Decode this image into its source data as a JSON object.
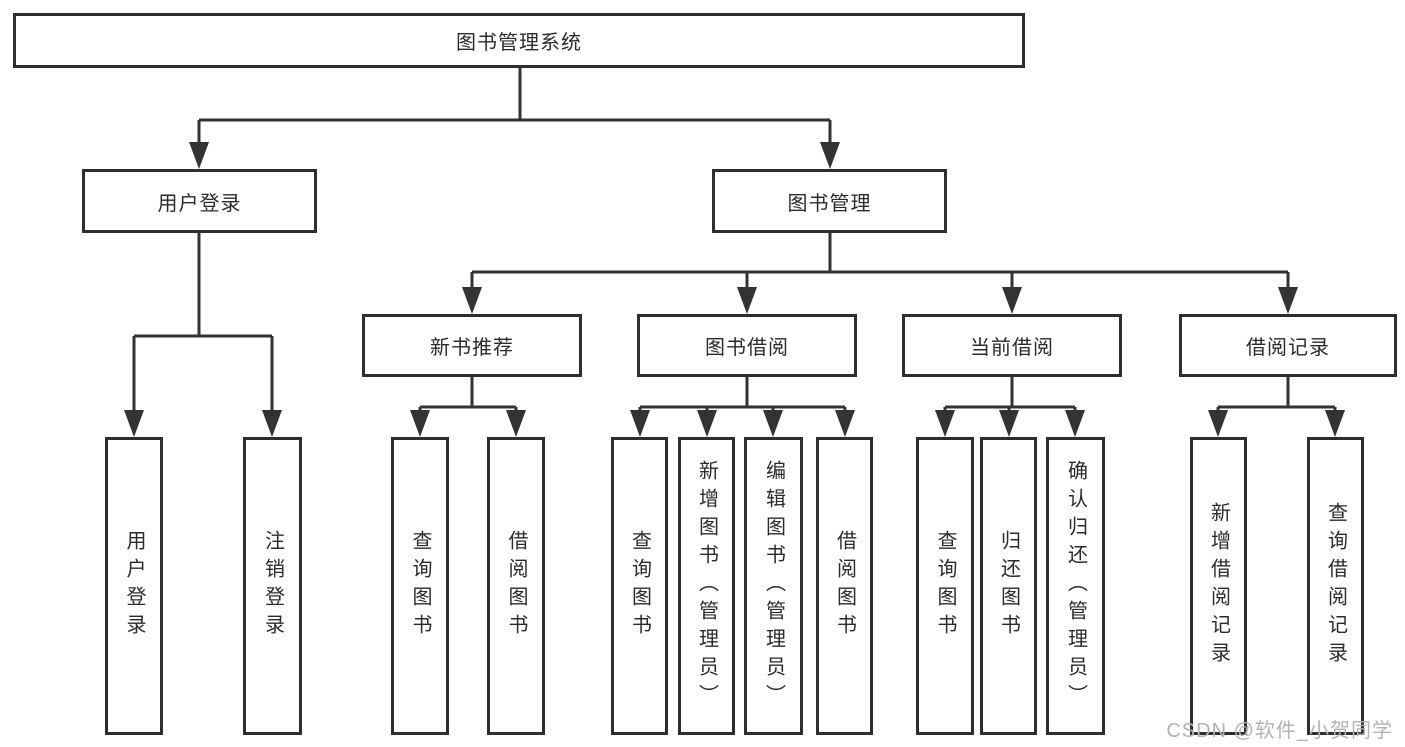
{
  "diagram": {
    "root": {
      "label": "图书管理系统"
    },
    "branches": {
      "user_login": {
        "label": "用户登录",
        "children": [
          {
            "label": "用户登录"
          },
          {
            "label": "注销登录"
          }
        ]
      },
      "book_management": {
        "label": "图书管理",
        "children": [
          {
            "label": "新书推荐",
            "children": [
              {
                "label": "查询图书"
              },
              {
                "label": "借阅图书"
              }
            ]
          },
          {
            "label": "图书借阅",
            "children": [
              {
                "label": "查询图书"
              },
              {
                "label": "新增图书（管理员）"
              },
              {
                "label": "编辑图书（管理员）"
              },
              {
                "label": "借阅图书"
              }
            ]
          },
          {
            "label": "当前借阅",
            "children": [
              {
                "label": "查询图书"
              },
              {
                "label": "归还图书"
              },
              {
                "label": "确认归还（管理员）"
              }
            ]
          },
          {
            "label": "借阅记录",
            "children": [
              {
                "label": "新增借阅记录"
              },
              {
                "label": "查询借阅记录"
              }
            ]
          }
        ]
      }
    }
  },
  "watermark": {
    "text": "CSDN @软件_小贺同学"
  },
  "colors": {
    "line": "#333333",
    "box_border": "#2e2e2e",
    "text": "#2b2b2b",
    "background": "#ffffff",
    "watermark": "#b3b3b3"
  }
}
